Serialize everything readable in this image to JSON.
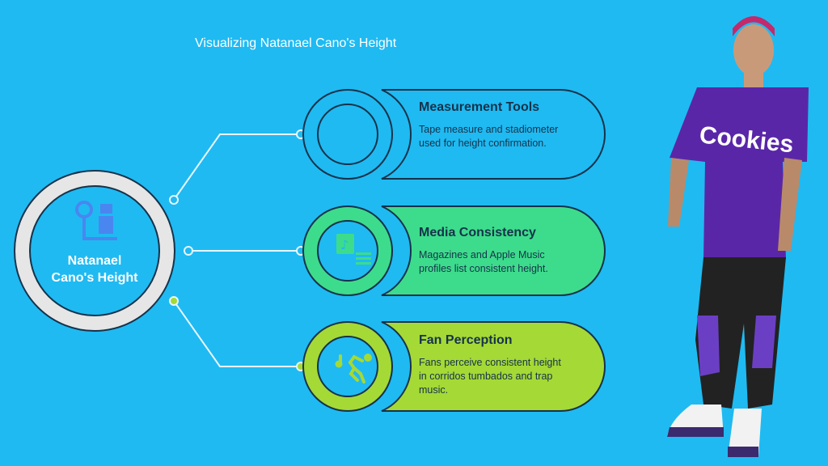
{
  "title": "Visualizing Natanael Cano's Height",
  "center": {
    "label_line1": "Natanael",
    "label_line2": "Cano's Height",
    "icon": "weight-scale-icon"
  },
  "cards": [
    {
      "title": "Measurement Tools",
      "description": "Tape measure and stadiometer used for height confirmation.",
      "color": "#1fbaf2",
      "icon": "measurement-icon"
    },
    {
      "title": "Media Consistency",
      "description": "Magazines and Apple Music profiles list consistent height.",
      "color": "#3ddc8c",
      "icon": "music-document-icon"
    },
    {
      "title": "Fan Perception",
      "description": "Fans perceive consistent height in corridos tumbados and trap music.",
      "color": "#a5d936",
      "icon": "dancing-person-icon"
    }
  ],
  "photo": {
    "shirt_logo": "Cookies"
  },
  "colors": {
    "background": "#1fbaf2",
    "outline": "#16324a",
    "ring": "#e6e6e6"
  }
}
